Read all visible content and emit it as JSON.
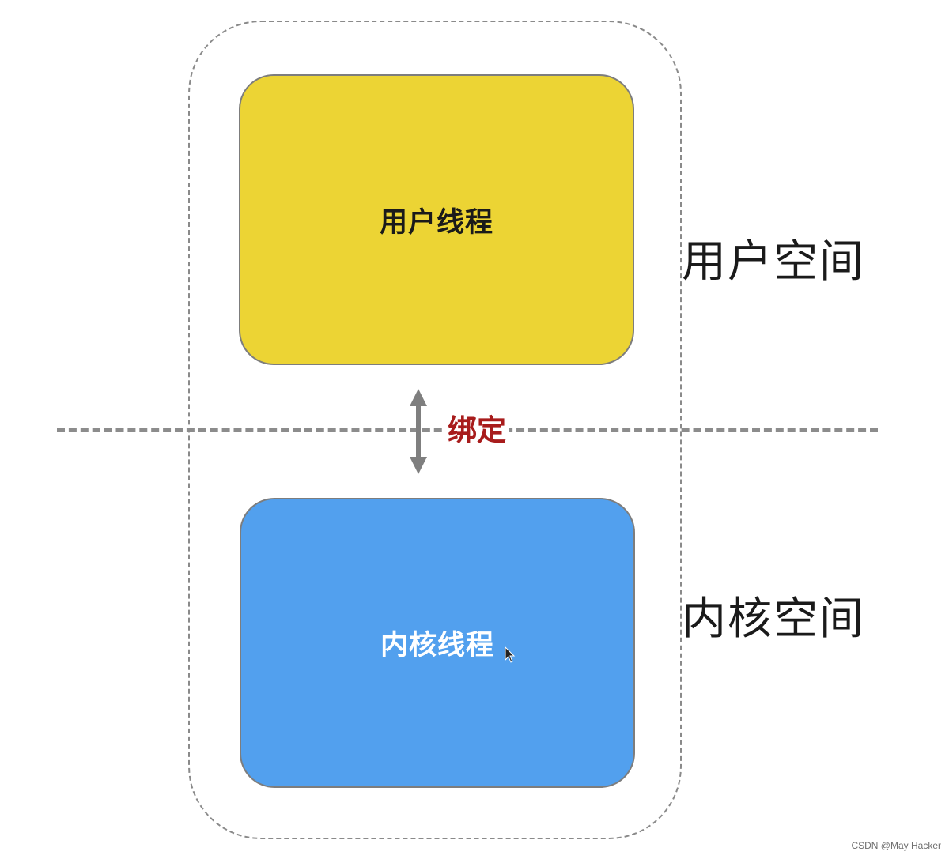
{
  "diagram": {
    "user_thread": {
      "label": "用户线程",
      "fill_color": "#ecd434"
    },
    "kernel_thread": {
      "label": "内核线程",
      "fill_color": "#52a0ee"
    },
    "binding": {
      "label": "绑定",
      "color": "#a81c1c",
      "arrow_color": "#7f7f7f",
      "arrow_direction": "bidirectional-vertical"
    },
    "regions": {
      "user_space_label": "用户空间",
      "kernel_space_label": "内核空间"
    },
    "divider_style": "dashed"
  },
  "watermark": "CSDN @May Hacker",
  "icons": {
    "cursor": "mouse-pointer-icon",
    "binding_arrow": "double-arrow-icon"
  }
}
